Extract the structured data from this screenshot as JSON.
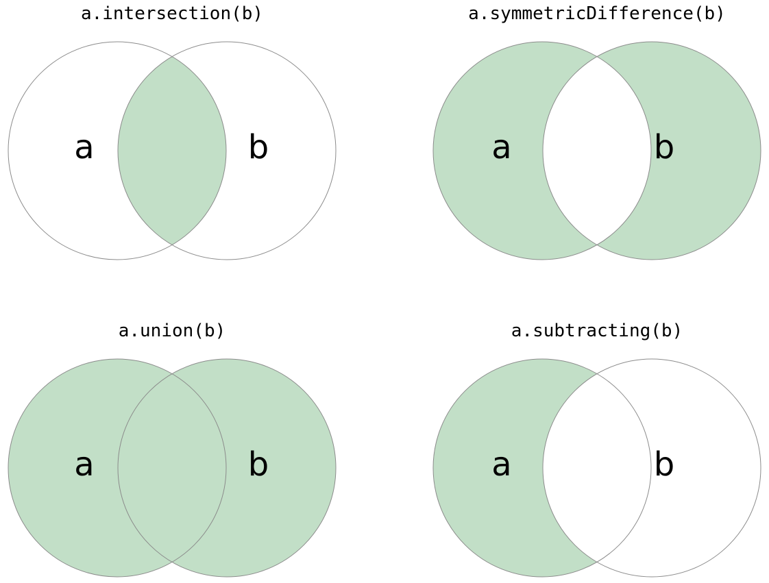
{
  "page": {
    "background": "#ffffff",
    "description": "Four Venn diagrams of Swift set operations"
  },
  "colors": {
    "fill_green": "#c2dfc7",
    "circle_stroke": "#8b8b8b",
    "text": "#000000"
  },
  "diagrams": [
    {
      "id": "intersection",
      "title": "a.intersection(b)",
      "label_a": "a",
      "label_b": "b",
      "shaded": {
        "a_only": false,
        "intersection": true,
        "b_only": false
      }
    },
    {
      "id": "symmetric-difference",
      "title": "a.symmetricDifference(b)",
      "label_a": "a",
      "label_b": "b",
      "shaded": {
        "a_only": true,
        "intersection": false,
        "b_only": true
      }
    },
    {
      "id": "union",
      "title": "a.union(b)",
      "label_a": "a",
      "label_b": "b",
      "shaded": {
        "a_only": true,
        "intersection": true,
        "b_only": true
      }
    },
    {
      "id": "subtracting",
      "title": "a.subtracting(b)",
      "label_a": "a",
      "label_b": "b",
      "shaded": {
        "a_only": true,
        "intersection": false,
        "b_only": false
      }
    }
  ]
}
